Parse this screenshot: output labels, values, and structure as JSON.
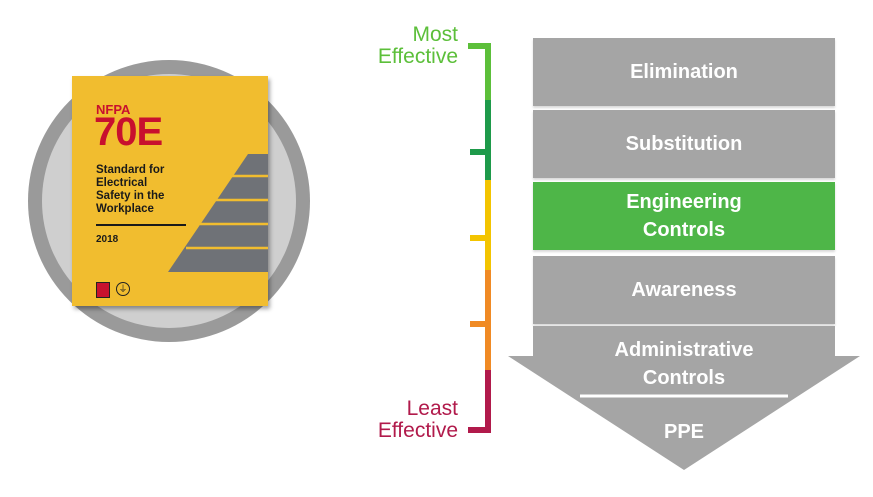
{
  "badge": {
    "org": "NFPA",
    "number": "70E",
    "title": "Standard for\nElectrical\nSafety in the\nWorkplace",
    "year": "2018",
    "logo_icons": [
      "nfpa-logo-icon",
      "electrical-safety-logo-icon"
    ]
  },
  "scale": {
    "top_label": "Most\nEffective",
    "bottom_label": "Least\nEffective",
    "colors": [
      "#5cbf3a",
      "#1e9a4a",
      "#f3c400",
      "#f08a24",
      "#b11a4b"
    ]
  },
  "hierarchy": {
    "tiers": [
      {
        "label": "Elimination",
        "color": "#a5a5a5"
      },
      {
        "label": "Substitution",
        "color": "#a5a5a5"
      },
      {
        "label": "Engineering\nControls",
        "color": "#4eb648"
      },
      {
        "label": "Awareness",
        "color": "#a5a5a5"
      },
      {
        "label": "Administrative\nControls",
        "color": "#a5a5a5"
      },
      {
        "label": "PPE",
        "color": "#a5a5a5"
      }
    ],
    "highlight": "Engineering Controls"
  }
}
